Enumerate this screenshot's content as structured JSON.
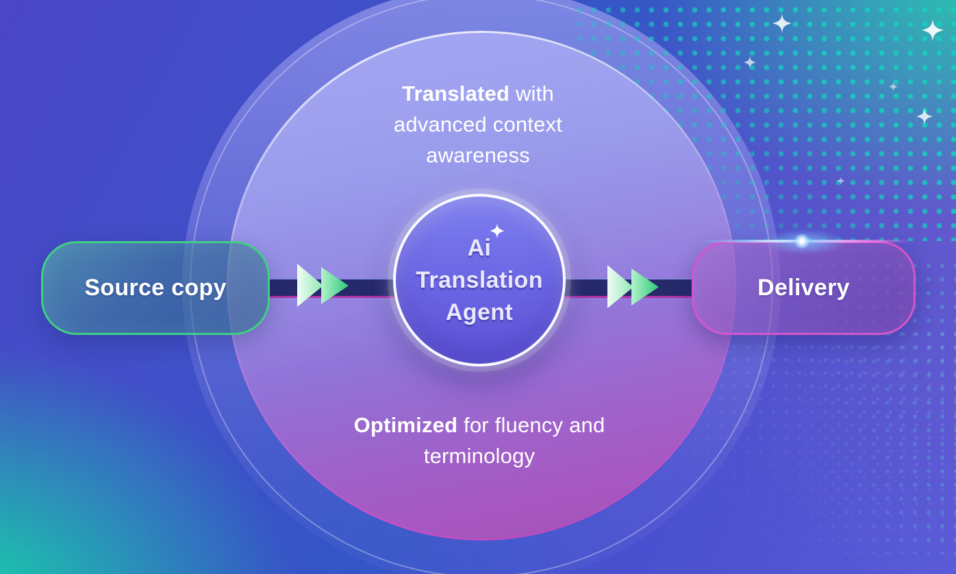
{
  "diagram": {
    "agent_badge": {
      "line1": "Ai",
      "line2": "Translation",
      "line3": "Agent"
    },
    "top_annotation": {
      "bold": "Translated",
      "rest": " with advanced context awareness"
    },
    "bottom_annotation": {
      "bold": "Optimized",
      "rest": " for fluency and terminology"
    },
    "source_node": {
      "label": "Source copy"
    },
    "delivery_node": {
      "label": "Delivery"
    },
    "colors": {
      "source_border": "#3ecf85",
      "delivery_border": "#d455cc",
      "arrow_green": "#2fc978",
      "band_fill": "#262a6b",
      "band_top_line": "#8d8fe6",
      "band_bottom_line": "#b233a5",
      "badge_fill_top": "#7d7eee",
      "badge_fill_bottom": "#5d54d8",
      "accent_green_corner": "#12dfa6",
      "halftone_dot_teal": "#18ceBE"
    }
  }
}
